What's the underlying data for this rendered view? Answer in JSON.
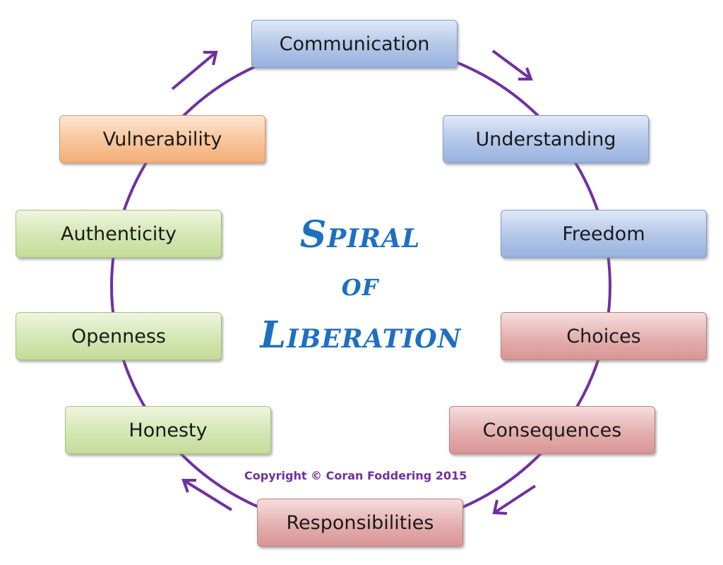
{
  "diagram": {
    "title_lines": [
      "Spiral",
      "of",
      "Liberation"
    ],
    "copyright": "Copyright © Coran Foddering 2015",
    "colors": {
      "ring": "#7030a0",
      "title": "#1e6fc0",
      "copyright": "#7030a0",
      "blue": "#b2c6e8",
      "red": "#e4afaf",
      "green": "#d4e6b3",
      "orange": "#f8c49a"
    },
    "nodes": [
      {
        "label": "Communication",
        "color": "blue"
      },
      {
        "label": "Understanding",
        "color": "blue"
      },
      {
        "label": "Freedom",
        "color": "blue"
      },
      {
        "label": "Choices",
        "color": "red"
      },
      {
        "label": "Consequences",
        "color": "red"
      },
      {
        "label": "Responsibilities",
        "color": "red"
      },
      {
        "label": "Honesty",
        "color": "green"
      },
      {
        "label": "Openness",
        "color": "green"
      },
      {
        "label": "Authenticity",
        "color": "green"
      },
      {
        "label": "Vulnerability",
        "color": "orange"
      }
    ]
  }
}
